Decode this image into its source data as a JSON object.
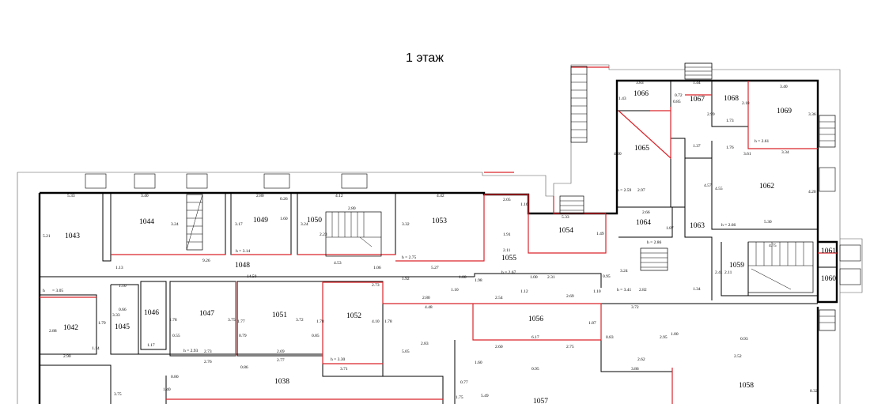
{
  "floor_title": "1 этаж",
  "rooms": {
    "r1038": "1038",
    "r1042": "1042",
    "r1043": "1043",
    "r1044": "1044",
    "r1045": "1045",
    "r1046": "1046",
    "r1047": "1047",
    "r1048": "1048",
    "r1049": "1049",
    "r1050": "1050",
    "r1051": "1051",
    "r1052": "1052",
    "r1053": "1053",
    "r1054": "1054",
    "r1055": "1055",
    "r1056": "1056",
    "r1057": "1057",
    "r1058": "1058",
    "r1059": "1059",
    "r1060": "1060",
    "r1061": "1061",
    "r1062": "1062",
    "r1063": "1063",
    "r1064": "1064",
    "r1065": "1065",
    "r1066": "1066",
    "r1067": "1067",
    "r1068": "1068",
    "r1069": "1069"
  },
  "dimensions": {
    "d_533": "5.33",
    "d_340a": "3.40",
    "d_280a": "2.80",
    "d_026": "0.26",
    "d_412": "4.12",
    "d_442": "4.42",
    "d_205": "2.05",
    "d_116": "1.16",
    "d_521": "5.21",
    "d_324a": "3.24",
    "d_317": "3.17",
    "d_160": "1.60",
    "d_324b": "3.24",
    "d_280b": "2.80",
    "d_332": "3.32",
    "d_223": "2.23",
    "d_191": "1.91",
    "d_149": "1.49",
    "d_533b": "5.33",
    "d_h314": "h = 3.14",
    "d_h275": "h = 2.75",
    "d_926": "9.26",
    "d_453": "4.53",
    "d_527": "5.27",
    "d_113": "1.13",
    "d_106": "1.06",
    "d_211": "2.11",
    "d_h267": "h = 2.67",
    "d_1450": "14.50",
    "d_192": "1.92",
    "d_100a": "1.00",
    "d_198": "1.98",
    "d_100b": "1.00",
    "d_231": "2.31",
    "d_095": "0.95",
    "d_h341": "h = 3.41",
    "d_282": "2.82",
    "d_h305": "h",
    "d_h305v": "= 3.05",
    "d_110a": "1.10",
    "d_273": "2.73",
    "d_280c": "2.80",
    "d_110b": "1.10",
    "d_448": "4.48",
    "d_254": "2.54",
    "d_112": "1.12",
    "d_269": "2.69",
    "d_110c": "1.10",
    "d_372a": "3.72",
    "d_288": "2.88",
    "d_179": "1.79",
    "d_333": "3.33",
    "d_066": "0.66",
    "d_178a": "1.78",
    "d_375": "3.75",
    "d_177": "1.77",
    "d_372b": "3.72",
    "d_178b": "1.78",
    "d_410": "4.10",
    "d_178c": "1.78",
    "d_187": "1.87",
    "d_114": "1.14",
    "d_055": "0.55",
    "d_079": "0.79",
    "d_085": "0.85",
    "d_617": "6.17",
    "d_260": "2.60",
    "d_275": "2.75",
    "d_083": "0.83",
    "d_295": "2.95",
    "d_100c": "1.00",
    "d_290": "2.90",
    "d_117": "1.17",
    "d_h293": "h = 2.93",
    "d_273b": "2.73",
    "d_276": "2.76",
    "d_269b": "2.69",
    "d_277": "2.77",
    "d_h330": "h = 3.30",
    "d_371": "3.71",
    "d_505": "5.05",
    "d_283": "2.83",
    "d_095b": "0.95",
    "d_262": "2.62",
    "d_386": "3.86",
    "d_080": "0.80",
    "d_086": "0.86",
    "d_140": "1.40",
    "d_375b": "3.75",
    "d_160b": "1.60",
    "d_175": "1.75",
    "d_077": "0.77",
    "d_549": "5.49",
    "d_252": "2.52",
    "d_093": "0.93",
    "d_832": "8.32",
    "d_383": "3.83",
    "d_143": "1.43",
    "d_144": "1.44",
    "d_340b": "3.40",
    "d_085b": "0.85",
    "d_072": "0.72",
    "d_299": "2.99",
    "d_218": "2.18",
    "d_336": "3.36",
    "d_173": "1.73",
    "d_420": "4.20",
    "d_137": "1.37",
    "d_176": "1.76",
    "d_h261": "h = 2.61",
    "d_361": "3.61",
    "d_334": "3.34",
    "d_h259": "h = 2.59",
    "d_297": "2.97",
    "d_457": "4.57",
    "d_455": "4.55",
    "d_420b": "4.20",
    "d_266": "2.66",
    "d_187b": "1.87",
    "d_h286": "h = 2.86",
    "d_h266": "h = 2.66",
    "d_530": "5.30",
    "d_324c": "3.24",
    "d_134": "1.34",
    "d_241": "2.41",
    "d_211b": "2.11",
    "d_475": "4.75"
  }
}
